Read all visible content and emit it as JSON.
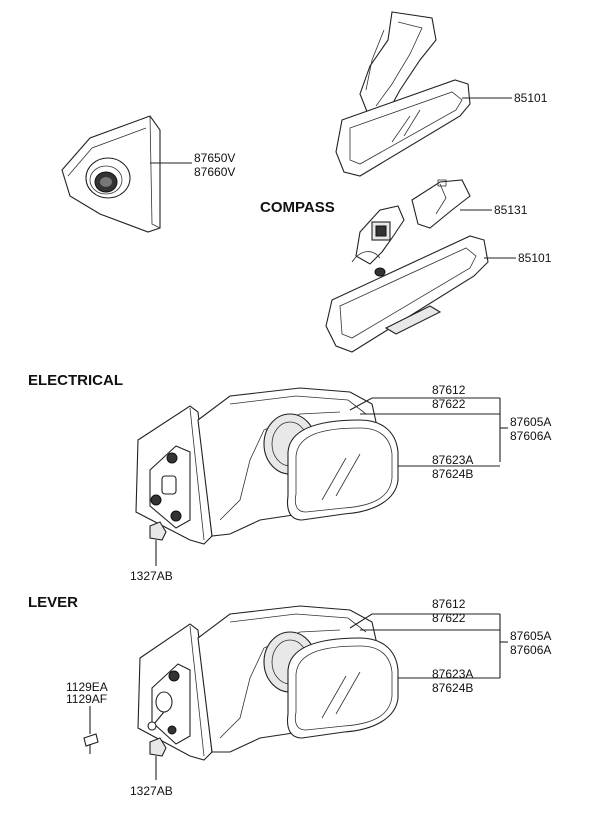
{
  "sections": {
    "compass": "COMPASS",
    "electrical": "ELECTRICAL",
    "lever": "LEVER"
  },
  "parts": {
    "p85101_top": "85101",
    "p87650v": "87650V",
    "p87660v": "87660V",
    "p85131": "85131",
    "p85101_compass": "85101",
    "e_87612": "87612",
    "e_87622": "87622",
    "e_87605a": "87605A",
    "e_87606a": "87606A",
    "e_87623a": "87623A",
    "e_87624b": "87624B",
    "e_1327ab": "1327AB",
    "l_87612": "87612",
    "l_87622": "87622",
    "l_87605a": "87605A",
    "l_87606a": "87606A",
    "l_87623a": "87623A",
    "l_87624b": "87624B",
    "l_1129ea": "1129EA",
    "l_1129af": "1129AF",
    "l_1327ab": "1327AB"
  }
}
